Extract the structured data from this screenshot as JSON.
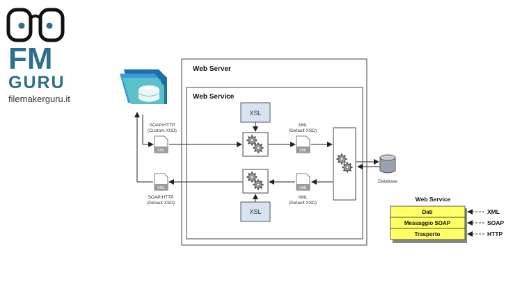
{
  "brand": {
    "logo_fm": "FM",
    "logo_guru": "GURU",
    "site": "filemakerguru.it",
    "brand_color": "#2e6e8e"
  },
  "diagram": {
    "web_server": "Web Server",
    "web_service": "Web Service",
    "xsl_top": "XSL",
    "xsl_bottom": "XSL",
    "req_label_1": "SOAP/HTTP",
    "req_label_2": "(Custom XSD)",
    "xml_mid_top_1": "XML",
    "xml_mid_top_2": "(Default XSD)",
    "xml_mid_bot_1": "XML",
    "xml_mid_bot_2": "(Default XSD)",
    "resp_label_1": "SOAP/HTTP",
    "resp_label_2": "(Default XSD)",
    "doc_xml": "XML",
    "database": "Database",
    "xsl_fill": "#d7e3f1",
    "doc_fill": "#9a9a9a"
  },
  "stack": {
    "title": "Web Service",
    "layers": [
      "Dati",
      "Messaggio SOAP",
      "Trasporto"
    ],
    "protocols": [
      "XML",
      "SOAP",
      "HTTP"
    ],
    "layer_fill": "#ffff66"
  }
}
